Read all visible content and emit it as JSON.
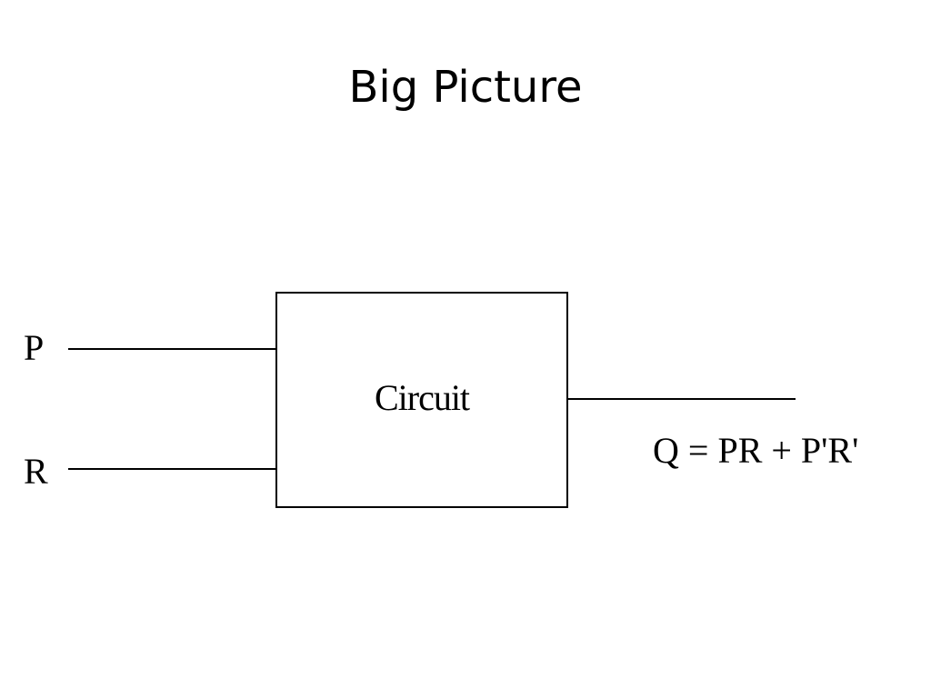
{
  "slide": {
    "title": "Big Picture"
  },
  "diagram": {
    "inputs": [
      {
        "label": "P"
      },
      {
        "label": "R"
      }
    ],
    "block_label": "Circuit",
    "output_expression": "Q = PR + P'R'"
  }
}
